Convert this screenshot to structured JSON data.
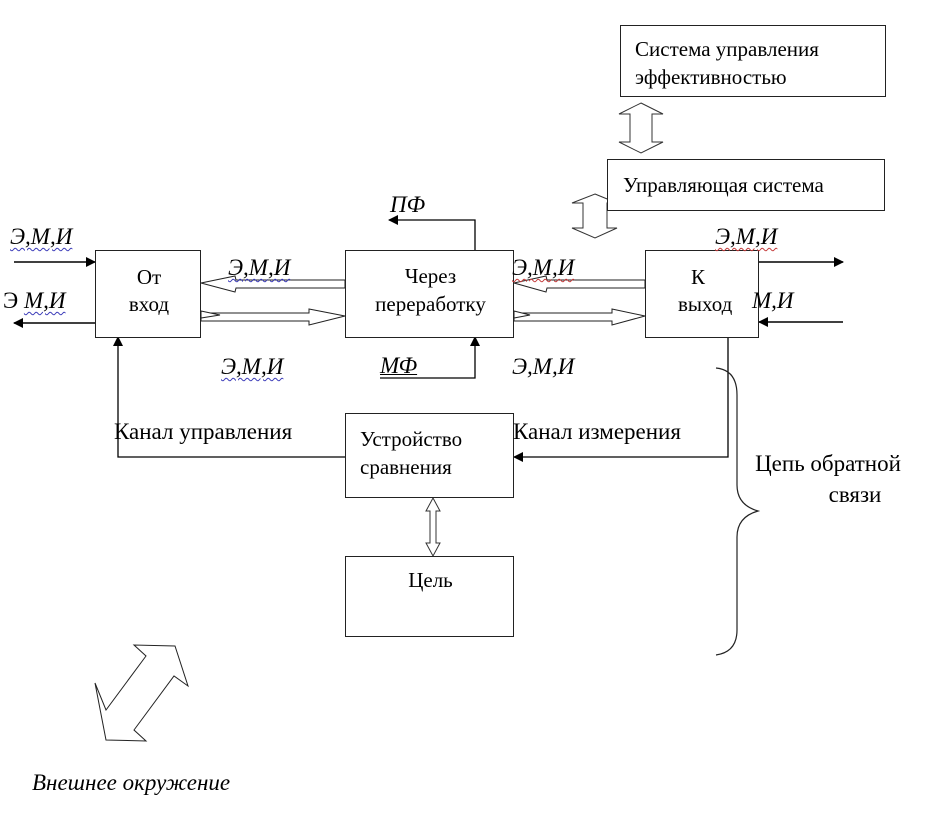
{
  "blocks": {
    "efficiency_system": "Система управления эффективностью",
    "efficiency_system_lines": [
      "Система управления",
      "эффективностью"
    ],
    "control_system": "Управляющая система",
    "input": [
      "От",
      "вход"
    ],
    "processing": [
      "Через",
      "переработку"
    ],
    "output": [
      "К",
      "выход"
    ],
    "comparator": [
      "Устройство",
      "сравнения"
    ],
    "goal": "Цель"
  },
  "flows": {
    "input_in": "Э,М,И",
    "input_out_prefix": "Э ",
    "input_out_rest": "М,И",
    "proc_to_input": "Э,М,И",
    "input_to_proc": "Э,М,И",
    "output_to_proc": "Э,М,И",
    "proc_to_output": "Э,М,И",
    "output_out": "Э,М,И",
    "output_in": "М,И",
    "pf": "ПФ",
    "mf": "МФ"
  },
  "channels": {
    "control": "Канал управления",
    "measure": "Канал измерения"
  },
  "feedback": [
    "Цепь обратной",
    "связи"
  ],
  "environment": "Внешнее окружение"
}
